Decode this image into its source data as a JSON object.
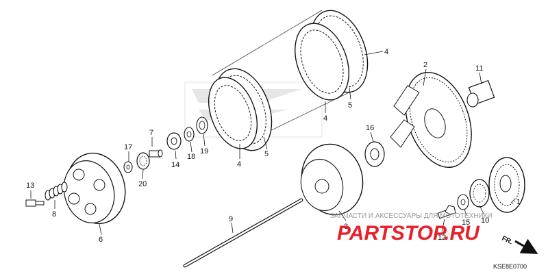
{
  "diagram": {
    "callouts": [
      {
        "id": "1",
        "label": "1"
      },
      {
        "id": "2",
        "label": "2"
      },
      {
        "id": "3",
        "label": "3"
      },
      {
        "id": "4a",
        "label": "4"
      },
      {
        "id": "4b",
        "label": "4"
      },
      {
        "id": "4c",
        "label": "4"
      },
      {
        "id": "5a",
        "label": "5"
      },
      {
        "id": "5b",
        "label": "5"
      },
      {
        "id": "6",
        "label": "6"
      },
      {
        "id": "7",
        "label": "7"
      },
      {
        "id": "8",
        "label": "8"
      },
      {
        "id": "9",
        "label": "9"
      },
      {
        "id": "10",
        "label": "10"
      },
      {
        "id": "11",
        "label": "11"
      },
      {
        "id": "12",
        "label": "12"
      },
      {
        "id": "13",
        "label": "13"
      },
      {
        "id": "14",
        "label": "14"
      },
      {
        "id": "15",
        "label": "15"
      },
      {
        "id": "16",
        "label": "16"
      },
      {
        "id": "17",
        "label": "17"
      },
      {
        "id": "18",
        "label": "18"
      },
      {
        "id": "19",
        "label": "19"
      },
      {
        "id": "20",
        "label": "20"
      }
    ],
    "watermark_tagline": "ЗАПЧАСТИ И АКСЕССУАРЫ ДЛЯ МОТОТЕХНИКИ",
    "watermark_brand": "PARTSTOP.RU",
    "direction_label": "FR.",
    "diagram_code": "KSE8E0700"
  }
}
